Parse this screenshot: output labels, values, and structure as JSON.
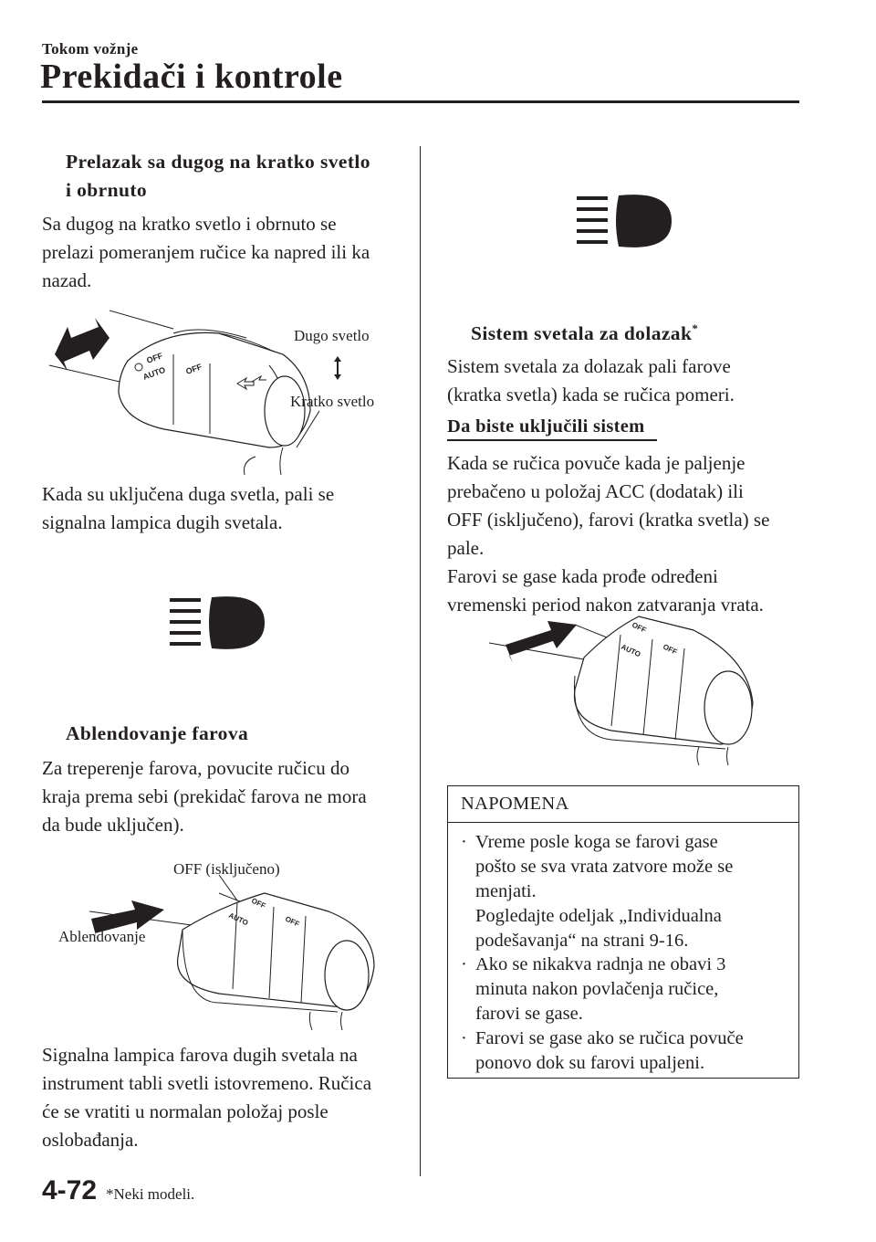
{
  "header": {
    "section_label": "Tokom vožnje",
    "page_title": "Prekidači i kontrole"
  },
  "left": {
    "block1": {
      "heading_line1": "Prelazak sa dugog na kratko svetlo",
      "heading_line2": "i obrnuto",
      "body": "Sa dugog na kratko svetlo i obrnuto se\nprelazi pomeranjem ručice ka napred ili ka\nnazad.",
      "label_high": "Dugo svetlo",
      "label_low": "Kratko svetlo",
      "after_figure": "Kada su uključena duga svetla, pali se\nsignalna lampica dugih svetala."
    },
    "block2": {
      "heading": "Ablendovanje farova",
      "body": "Za treperenje farova, povucite ručicu do\nkraja prema sebi (prekidač farova ne mora\nda bude uključen).",
      "label_off": "OFF (isključeno)",
      "label_flash": "Ablendovanje",
      "after_figure": "Signalna lampica farova dugih svetala na\ninstrument tabli svetli istovremeno. Ručica\nće se vratiti u normalan položaj posle\noslobađanja."
    }
  },
  "right": {
    "heading": "Sistem svetala za dolazak",
    "heading_sup": "*",
    "intro": "Sistem svetala za dolazak pali farove\n(kratka svetla) kada se ručica pomeri.",
    "subheading": "Da biste uključili sistem",
    "body": "Kada se ručica povuče kada je paljenje\nprebačeno u položaj ACC (dodatak) ili\nOFF (isključeno), farovi (kratka svetla) se\npale.\nFarovi se gase kada prođe određeni\nvremenski period nakon zatvaranja vrata.",
    "note": {
      "title": "NAPOMENA",
      "bullet": "·",
      "items": [
        "Vreme posle koga se farovi gase\npošto se sva vrata zatvore može se\nmenjati.\nPogledajte odeljak „Individualna\npodešavanja“ na strani 9-16.",
        "Ako se nikakva radnja ne obavi 3\nminuta nakon povlačenja ručice,\nfarovi se gase.",
        "Farovi se gase ako se ručica povuče\nponovo dok su farovi upaljeni."
      ]
    }
  },
  "lever_markings": {
    "off": "OFF",
    "auto": "AUTO"
  },
  "footer": {
    "page_number": "4-72",
    "footnote": "*Neki modeli."
  },
  "icons": {
    "high_beam": "high-beam-indicator-icon",
    "lever": "headlight-lever-illustration"
  },
  "colors": {
    "text": "#231f20",
    "arrow_fill": "#231f20",
    "line": "#231f20"
  }
}
